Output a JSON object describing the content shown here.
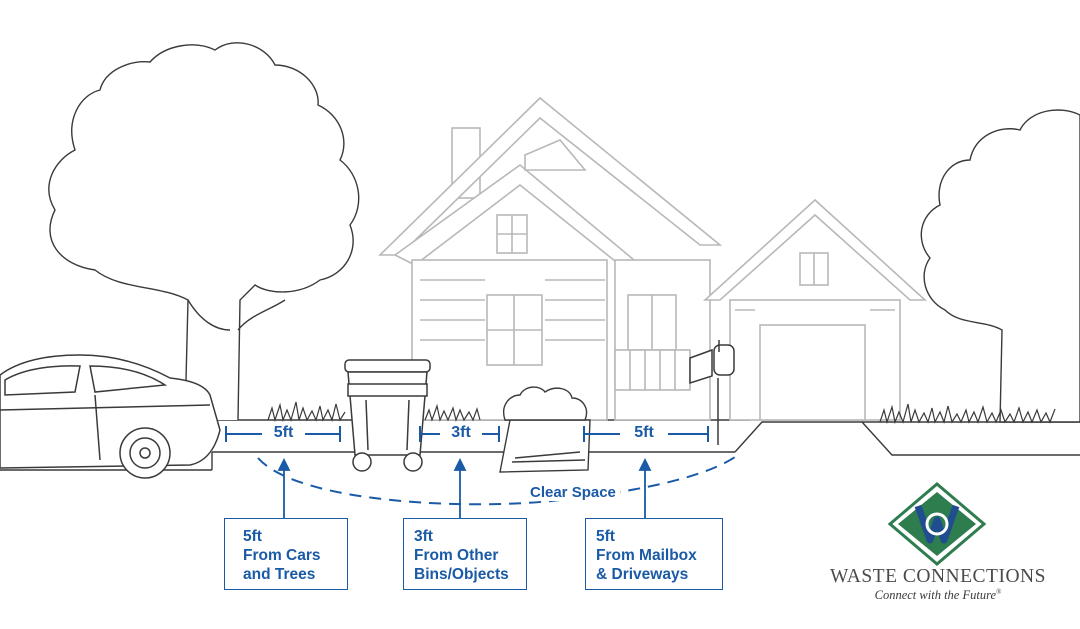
{
  "dimensions": [
    {
      "label": "5ft"
    },
    {
      "label": "3ft"
    },
    {
      "label": "5ft"
    }
  ],
  "clear_space": "Clear Space",
  "notes": [
    {
      "lines": [
        "5ft",
        "From Cars",
        "and Trees"
      ]
    },
    {
      "lines": [
        "3ft",
        "From Other",
        "Bins/Objects"
      ]
    },
    {
      "lines": [
        "5ft",
        "From Mailbox",
        "& Driveways"
      ]
    }
  ],
  "brand": {
    "name": "WASTE CONNECTIONS",
    "tagline": "Connect with the Future",
    "reg_mark": "®"
  },
  "colors": {
    "accent": "#1a5aa6",
    "line_art": "#3a3a3a",
    "house": "#b8b8b8",
    "logo_green": "#2e7d4f",
    "logo_blue": "#1f4d8f"
  }
}
